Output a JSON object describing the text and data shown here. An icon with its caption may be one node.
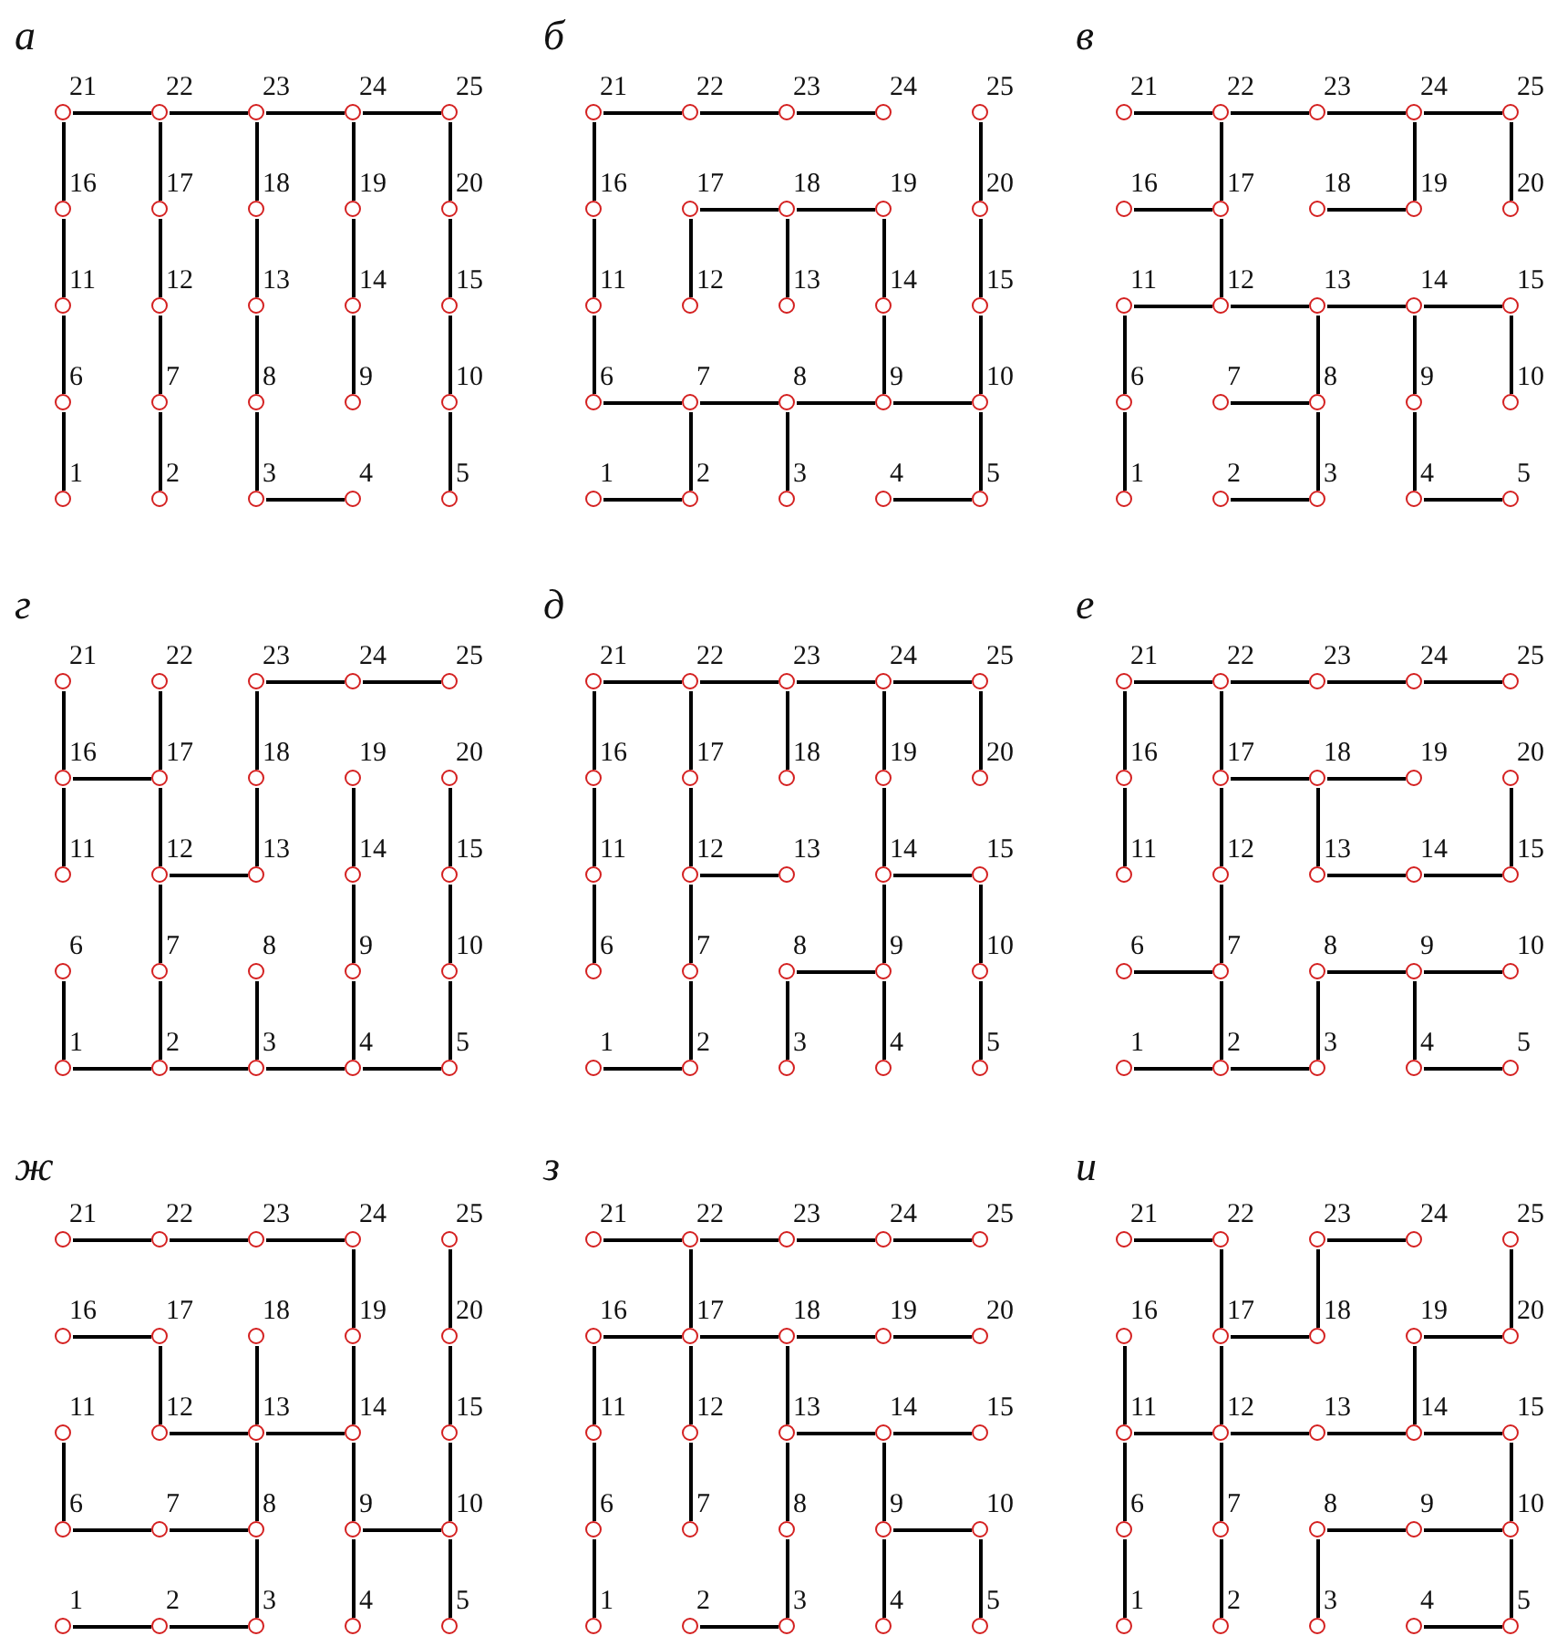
{
  "diagram": {
    "nodes": [
      {
        "text": [
          "21"
        ]
      },
      {
        "text": [
          "22"
        ]
      },
      {
        "text": [
          "23"
        ]
      },
      {
        "text": [
          "24"
        ]
      },
      {
        "text": [
          "25"
        ]
      },
      {
        "text": [
          "16"
        ]
      },
      {
        "text": [
          "17"
        ]
      },
      {
        "text": [
          "18"
        ]
      },
      {
        "text": [
          "19"
        ]
      },
      {
        "text": [
          "20"
        ]
      },
      {
        "text": [
          "11"
        ]
      },
      {
        "text": [
          "12"
        ]
      },
      {
        "text": [
          "13"
        ]
      },
      {
        "text": [
          "14"
        ]
      },
      {
        "text": [
          "15"
        ]
      },
      {
        "text": [
          "6"
        ]
      },
      {
        "text": [
          "7"
        ]
      },
      {
        "text": [
          "8"
        ]
      },
      {
        "text": [
          "9"
        ]
      },
      {
        "text": [
          "10"
        ]
      },
      {
        "text": [
          "1"
        ]
      },
      {
        "text": [
          "2"
        ]
      },
      {
        "text": [
          "3"
        ]
      },
      {
        "text": [
          "4"
        ]
      },
      {
        "text": [
          "5"
        ]
      },
      {
        "text": [
          "21"
        ]
      },
      {
        "text": [
          "22"
        ]
      },
      {
        "text": [
          "23"
        ]
      },
      {
        "text": [
          "24"
        ]
      },
      {
        "text": [
          "25"
        ]
      },
      {
        "text": [
          "16"
        ]
      },
      {
        "text": [
          "17"
        ]
      },
      {
        "text": [
          "18"
        ]
      },
      {
        "text": [
          "19"
        ]
      },
      {
        "text": [
          "20"
        ]
      },
      {
        "text": [
          "11"
        ]
      },
      {
        "text": [
          "12"
        ]
      },
      {
        "text": [
          "13"
        ]
      },
      {
        "text": [
          "14"
        ]
      },
      {
        "text": [
          "15"
        ]
      },
      {
        "text": [
          "6"
        ]
      },
      {
        "text": [
          "7"
        ]
      },
      {
        "text": [
          "8"
        ]
      },
      {
        "text": [
          "9"
        ]
      },
      {
        "text": [
          "10"
        ]
      },
      {
        "text": [
          "1"
        ]
      },
      {
        "text": [
          "2"
        ]
      },
      {
        "text": [
          "3"
        ]
      },
      {
        "text": [
          "4"
        ]
      },
      {
        "text": [
          "5"
        ]
      },
      {
        "text": [
          "21"
        ]
      },
      {
        "text": [
          "22"
        ]
      },
      {
        "text": [
          "23"
        ]
      },
      {
        "text": [
          "24"
        ]
      },
      {
        "text": [
          "25"
        ]
      },
      {
        "text": [
          "16"
        ]
      },
      {
        "text": [
          "17"
        ]
      },
      {
        "text": [
          "18"
        ]
      },
      {
        "text": [
          "19"
        ]
      },
      {
        "text": [
          "20"
        ]
      },
      {
        "text": [
          "11"
        ]
      },
      {
        "text": [
          "12"
        ]
      },
      {
        "text": [
          "13"
        ]
      },
      {
        "text": [
          "14"
        ]
      },
      {
        "text": [
          "15"
        ]
      },
      {
        "text": [
          "6"
        ]
      },
      {
        "text": [
          "7"
        ]
      },
      {
        "text": [
          "8"
        ]
      },
      {
        "text": [
          "9"
        ]
      },
      {
        "text": [
          "10"
        ]
      },
      {
        "text": [
          "1"
        ]
      },
      {
        "text": [
          "2"
        ]
      },
      {
        "text": [
          "3"
        ]
      },
      {
        "text": [
          "4"
        ]
      },
      {
        "text": [
          "5"
        ]
      },
      {
        "text": [
          "21"
        ]
      },
      {
        "text": [
          "22"
        ]
      },
      {
        "text": [
          "23"
        ]
      },
      {
        "text": [
          "24"
        ]
      },
      {
        "text": [
          "25"
        ]
      },
      {
        "text": [
          "16"
        ]
      },
      {
        "text": [
          "17"
        ]
      },
      {
        "text": [
          "18"
        ]
      },
      {
        "text": [
          "19"
        ]
      },
      {
        "text": [
          "20"
        ]
      },
      {
        "text": [
          "11"
        ]
      },
      {
        "text": [
          "12"
        ]
      },
      {
        "text": [
          "13"
        ]
      },
      {
        "text": [
          "14"
        ]
      },
      {
        "text": [
          "15"
        ]
      },
      {
        "text": [
          "6"
        ]
      },
      {
        "text": [
          "7"
        ]
      },
      {
        "text": [
          "8"
        ]
      },
      {
        "text": [
          "9"
        ]
      },
      {
        "text": [
          "10"
        ]
      },
      {
        "text": [
          "1"
        ]
      },
      {
        "text": [
          "2"
        ]
      },
      {
        "text": [
          "3"
        ]
      },
      {
        "text": [
          "4"
        ]
      },
      {
        "text": [
          "5"
        ]
      },
      {
        "text": [
          "21"
        ]
      },
      {
        "text": [
          "22"
        ]
      },
      {
        "text": [
          "23"
        ]
      },
      {
        "text": [
          "24"
        ]
      },
      {
        "text": [
          "25"
        ]
      },
      {
        "text": [
          "16"
        ]
      },
      {
        "text": [
          "17"
        ]
      },
      {
        "text": [
          "18"
        ]
      },
      {
        "text": [
          "19"
        ]
      },
      {
        "text": [
          "20"
        ]
      },
      {
        "text": [
          "11"
        ]
      },
      {
        "text": [
          "12"
        ]
      },
      {
        "text": [
          "13"
        ]
      },
      {
        "text": [
          "14"
        ]
      },
      {
        "text": [
          "15"
        ]
      },
      {
        "text": [
          "6"
        ]
      },
      {
        "text": [
          "7"
        ]
      },
      {
        "text": [
          "8"
        ]
      },
      {
        "text": [
          "9"
        ]
      },
      {
        "text": [
          "10"
        ]
      },
      {
        "text": [
          "1"
        ]
      },
      {
        "text": [
          "2"
        ]
      },
      {
        "text": [
          "3"
        ]
      },
      {
        "text": [
          "4"
        ]
      },
      {
        "text": [
          "5"
        ]
      },
      {
        "text": [
          "21"
        ]
      },
      {
        "text": [
          "22"
        ]
      },
      {
        "text": [
          "23"
        ]
      },
      {
        "text": [
          "24"
        ]
      },
      {
        "text": [
          "25"
        ]
      },
      {
        "text": [
          "16"
        ]
      },
      {
        "text": [
          "17"
        ]
      },
      {
        "text": [
          "18"
        ]
      },
      {
        "text": [
          "19"
        ]
      },
      {
        "text": [
          "20"
        ]
      },
      {
        "text": [
          "11"
        ]
      },
      {
        "text": [
          "12"
        ]
      },
      {
        "text": [
          "13"
        ]
      },
      {
        "text": [
          "14"
        ]
      },
      {
        "text": [
          "15"
        ]
      },
      {
        "text": [
          "6"
        ]
      },
      {
        "text": [
          "7"
        ]
      },
      {
        "text": [
          "8"
        ]
      },
      {
        "text": [
          "9"
        ]
      },
      {
        "text": [
          "10"
        ]
      },
      {
        "text": [
          "1"
        ]
      },
      {
        "text": [
          "2"
        ]
      },
      {
        "text": [
          "3"
        ]
      },
      {
        "text": [
          "4"
        ]
      },
      {
        "text": [
          "5"
        ]
      },
      {
        "text": [
          "21"
        ]
      },
      {
        "text": [
          "22"
        ]
      },
      {
        "text": [
          "23"
        ]
      },
      {
        "text": [
          "24"
        ]
      },
      {
        "text": [
          "25"
        ]
      },
      {
        "text": [
          "16"
        ]
      },
      {
        "text": [
          "17"
        ]
      },
      {
        "text": [
          "18"
        ]
      },
      {
        "text": [
          "19"
        ]
      },
      {
        "text": [
          "20"
        ]
      },
      {
        "text": [
          "11"
        ]
      },
      {
        "text": [
          "12"
        ]
      },
      {
        "text": [
          "13"
        ]
      },
      {
        "text": [
          "14"
        ]
      },
      {
        "text": [
          "15"
        ]
      },
      {
        "text": [
          "6"
        ]
      },
      {
        "text": [
          "7"
        ]
      },
      {
        "text": [
          "8"
        ]
      },
      {
        "text": [
          "9"
        ]
      },
      {
        "text": [
          "10"
        ]
      },
      {
        "text": [
          "1"
        ]
      },
      {
        "text": [
          "2"
        ]
      },
      {
        "text": [
          "3"
        ]
      },
      {
        "text": [
          "4"
        ]
      },
      {
        "text": [
          "5"
        ]
      },
      {
        "text": [
          "21"
        ]
      },
      {
        "text": [
          "22"
        ]
      },
      {
        "text": [
          "23"
        ]
      },
      {
        "text": [
          "24"
        ]
      },
      {
        "text": [
          "25"
        ]
      },
      {
        "text": [
          "16"
        ]
      },
      {
        "text": [
          "17"
        ]
      },
      {
        "text": [
          "18"
        ]
      },
      {
        "text": [
          "19"
        ]
      },
      {
        "text": [
          "20"
        ]
      },
      {
        "text": [
          "11"
        ]
      },
      {
        "text": [
          "12"
        ]
      },
      {
        "text": [
          "13"
        ]
      },
      {
        "text": [
          "14"
        ]
      },
      {
        "text": [
          "15"
        ]
      },
      {
        "text": [
          "6"
        ]
      },
      {
        "text": [
          "7"
        ]
      },
      {
        "text": [
          "8"
        ]
      },
      {
        "text": [
          "9"
        ]
      },
      {
        "text": [
          "10"
        ]
      },
      {
        "text": [
          "1"
        ]
      },
      {
        "text": [
          "2"
        ]
      },
      {
        "text": [
          "3"
        ]
      },
      {
        "text": [
          "4"
        ]
      },
      {
        "text": [
          "5"
        ]
      },
      {
        "text": [
          "21"
        ]
      },
      {
        "text": [
          "22"
        ]
      },
      {
        "text": [
          "23"
        ]
      },
      {
        "text": [
          "24"
        ]
      },
      {
        "text": [
          "25"
        ]
      },
      {
        "text": [
          "16"
        ]
      },
      {
        "text": [
          "17"
        ]
      },
      {
        "text": [
          "18"
        ]
      },
      {
        "text": [
          "19"
        ]
      },
      {
        "text": [
          "20"
        ]
      },
      {
        "text": [
          "11"
        ]
      },
      {
        "text": [
          "12"
        ]
      },
      {
        "text": [
          "13"
        ]
      },
      {
        "text": [
          "14"
        ]
      },
      {
        "text": [
          "15"
        ]
      },
      {
        "text": [
          "6"
        ]
      },
      {
        "text": [
          "7"
        ]
      },
      {
        "text": [
          "8"
        ]
      },
      {
        "text": [
          "9"
        ]
      },
      {
        "text": [
          "10"
        ]
      },
      {
        "text": [
          "1"
        ]
      },
      {
        "text": [
          "2"
        ]
      },
      {
        "text": [
          "3"
        ]
      },
      {
        "text": [
          "4"
        ]
      },
      {
        "text": [
          "5"
        ]
      }
    ],
    "edges": [
      {
        "from": 0,
        "to": 1,
        "arrow": "none"
      },
      {
        "from": 1,
        "to": 2,
        "arrow": "none"
      },
      {
        "from": 2,
        "to": 3,
        "arrow": "none"
      },
      {
        "from": 3,
        "to": 4,
        "arrow": "none"
      },
      {
        "from": 0,
        "to": 5,
        "arrow": "none"
      },
      {
        "from": 5,
        "to": 10,
        "arrow": "none"
      },
      {
        "from": 10,
        "to": 15,
        "arrow": "none"
      },
      {
        "from": 15,
        "to": 20,
        "arrow": "none"
      },
      {
        "from": 1,
        "to": 6,
        "arrow": "none"
      },
      {
        "from": 6,
        "to": 11,
        "arrow": "none"
      },
      {
        "from": 11,
        "to": 16,
        "arrow": "none"
      },
      {
        "from": 16,
        "to": 21,
        "arrow": "none"
      },
      {
        "from": 2,
        "to": 7,
        "arrow": "none"
      },
      {
        "from": 7,
        "to": 12,
        "arrow": "none"
      },
      {
        "from": 12,
        "to": 17,
        "arrow": "none"
      },
      {
        "from": 17,
        "to": 22,
        "arrow": "none"
      },
      {
        "from": 3,
        "to": 8,
        "arrow": "none"
      },
      {
        "from": 8,
        "to": 13,
        "arrow": "none"
      },
      {
        "from": 13,
        "to": 18,
        "arrow": "none"
      },
      {
        "from": 4,
        "to": 9,
        "arrow": "none"
      },
      {
        "from": 9,
        "to": 14,
        "arrow": "none"
      },
      {
        "from": 14,
        "to": 19,
        "arrow": "none"
      },
      {
        "from": 19,
        "to": 24,
        "arrow": "none"
      },
      {
        "from": 22,
        "to": 23,
        "arrow": "none"
      },
      {
        "from": 25,
        "to": 26,
        "arrow": "none"
      },
      {
        "from": 26,
        "to": 27,
        "arrow": "none"
      },
      {
        "from": 27,
        "to": 28,
        "arrow": "none"
      },
      {
        "from": 25,
        "to": 30,
        "arrow": "none"
      },
      {
        "from": 30,
        "to": 35,
        "arrow": "none"
      },
      {
        "from": 35,
        "to": 40,
        "arrow": "none"
      },
      {
        "from": 40,
        "to": 41,
        "arrow": "none"
      },
      {
        "from": 41,
        "to": 42,
        "arrow": "none"
      },
      {
        "from": 42,
        "to": 43,
        "arrow": "none"
      },
      {
        "from": 43,
        "to": 44,
        "arrow": "none"
      },
      {
        "from": 31,
        "to": 32,
        "arrow": "none"
      },
      {
        "from": 32,
        "to": 33,
        "arrow": "none"
      },
      {
        "from": 31,
        "to": 36,
        "arrow": "none"
      },
      {
        "from": 32,
        "to": 37,
        "arrow": "none"
      },
      {
        "from": 33,
        "to": 38,
        "arrow": "none"
      },
      {
        "from": 38,
        "to": 43,
        "arrow": "none"
      },
      {
        "from": 29,
        "to": 34,
        "arrow": "none"
      },
      {
        "from": 34,
        "to": 39,
        "arrow": "none"
      },
      {
        "from": 39,
        "to": 44,
        "arrow": "none"
      },
      {
        "from": 44,
        "to": 49,
        "arrow": "none"
      },
      {
        "from": 41,
        "to": 46,
        "arrow": "none"
      },
      {
        "from": 45,
        "to": 46,
        "arrow": "none"
      },
      {
        "from": 42,
        "to": 47,
        "arrow": "none"
      },
      {
        "from": 48,
        "to": 49,
        "arrow": "none"
      },
      {
        "from": 50,
        "to": 51,
        "arrow": "none"
      },
      {
        "from": 51,
        "to": 52,
        "arrow": "none"
      },
      {
        "from": 52,
        "to": 53,
        "arrow": "none"
      },
      {
        "from": 53,
        "to": 54,
        "arrow": "none"
      },
      {
        "from": 51,
        "to": 56,
        "arrow": "none"
      },
      {
        "from": 53,
        "to": 58,
        "arrow": "none"
      },
      {
        "from": 54,
        "to": 59,
        "arrow": "none"
      },
      {
        "from": 55,
        "to": 56,
        "arrow": "none"
      },
      {
        "from": 57,
        "to": 58,
        "arrow": "none"
      },
      {
        "from": 56,
        "to": 61,
        "arrow": "none"
      },
      {
        "from": 60,
        "to": 61,
        "arrow": "none"
      },
      {
        "from": 61,
        "to": 62,
        "arrow": "none"
      },
      {
        "from": 62,
        "to": 63,
        "arrow": "none"
      },
      {
        "from": 63,
        "to": 64,
        "arrow": "none"
      },
      {
        "from": 60,
        "to": 65,
        "arrow": "none"
      },
      {
        "from": 65,
        "to": 70,
        "arrow": "none"
      },
      {
        "from": 62,
        "to": 67,
        "arrow": "none"
      },
      {
        "from": 67,
        "to": 72,
        "arrow": "none"
      },
      {
        "from": 66,
        "to": 67,
        "arrow": "none"
      },
      {
        "from": 71,
        "to": 72,
        "arrow": "none"
      },
      {
        "from": 63,
        "to": 68,
        "arrow": "none"
      },
      {
        "from": 68,
        "to": 73,
        "arrow": "none"
      },
      {
        "from": 73,
        "to": 74,
        "arrow": "none"
      },
      {
        "from": 64,
        "to": 69,
        "arrow": "none"
      },
      {
        "from": 77,
        "to": 78,
        "arrow": "none"
      },
      {
        "from": 78,
        "to": 79,
        "arrow": "none"
      },
      {
        "from": 77,
        "to": 82,
        "arrow": "none"
      },
      {
        "from": 82,
        "to": 87,
        "arrow": "none"
      },
      {
        "from": 75,
        "to": 80,
        "arrow": "none"
      },
      {
        "from": 80,
        "to": 85,
        "arrow": "none"
      },
      {
        "from": 80,
        "to": 81,
        "arrow": "none"
      },
      {
        "from": 76,
        "to": 81,
        "arrow": "none"
      },
      {
        "from": 81,
        "to": 86,
        "arrow": "none"
      },
      {
        "from": 86,
        "to": 91,
        "arrow": "none"
      },
      {
        "from": 91,
        "to": 96,
        "arrow": "none"
      },
      {
        "from": 86,
        "to": 87,
        "arrow": "none"
      },
      {
        "from": 95,
        "to": 96,
        "arrow": "none"
      },
      {
        "from": 96,
        "to": 97,
        "arrow": "none"
      },
      {
        "from": 97,
        "to": 98,
        "arrow": "none"
      },
      {
        "from": 98,
        "to": 99,
        "arrow": "none"
      },
      {
        "from": 90,
        "to": 95,
        "arrow": "none"
      },
      {
        "from": 83,
        "to": 88,
        "arrow": "none"
      },
      {
        "from": 88,
        "to": 93,
        "arrow": "none"
      },
      {
        "from": 93,
        "to": 98,
        "arrow": "none"
      },
      {
        "from": 84,
        "to": 89,
        "arrow": "none"
      },
      {
        "from": 89,
        "to": 94,
        "arrow": "none"
      },
      {
        "from": 94,
        "to": 99,
        "arrow": "none"
      },
      {
        "from": 92,
        "to": 97,
        "arrow": "none"
      },
      {
        "from": 100,
        "to": 101,
        "arrow": "none"
      },
      {
        "from": 101,
        "to": 102,
        "arrow": "none"
      },
      {
        "from": 102,
        "to": 103,
        "arrow": "none"
      },
      {
        "from": 103,
        "to": 104,
        "arrow": "none"
      },
      {
        "from": 100,
        "to": 105,
        "arrow": "none"
      },
      {
        "from": 105,
        "to": 110,
        "arrow": "none"
      },
      {
        "from": 110,
        "to": 115,
        "arrow": "none"
      },
      {
        "from": 101,
        "to": 106,
        "arrow": "none"
      },
      {
        "from": 106,
        "to": 111,
        "arrow": "none"
      },
      {
        "from": 111,
        "to": 116,
        "arrow": "none"
      },
      {
        "from": 116,
        "to": 121,
        "arrow": "none"
      },
      {
        "from": 111,
        "to": 112,
        "arrow": "none"
      },
      {
        "from": 102,
        "to": 107,
        "arrow": "none"
      },
      {
        "from": 103,
        "to": 108,
        "arrow": "none"
      },
      {
        "from": 108,
        "to": 113,
        "arrow": "none"
      },
      {
        "from": 113,
        "to": 118,
        "arrow": "none"
      },
      {
        "from": 118,
        "to": 123,
        "arrow": "none"
      },
      {
        "from": 113,
        "to": 114,
        "arrow": "none"
      },
      {
        "from": 114,
        "to": 119,
        "arrow": "none"
      },
      {
        "from": 119,
        "to": 124,
        "arrow": "none"
      },
      {
        "from": 104,
        "to": 109,
        "arrow": "none"
      },
      {
        "from": 117,
        "to": 118,
        "arrow": "none"
      },
      {
        "from": 117,
        "to": 122,
        "arrow": "none"
      },
      {
        "from": 120,
        "to": 121,
        "arrow": "none"
      },
      {
        "from": 125,
        "to": 126,
        "arrow": "none"
      },
      {
        "from": 126,
        "to": 127,
        "arrow": "none"
      },
      {
        "from": 127,
        "to": 128,
        "arrow": "none"
      },
      {
        "from": 128,
        "to": 129,
        "arrow": "none"
      },
      {
        "from": 125,
        "to": 130,
        "arrow": "none"
      },
      {
        "from": 130,
        "to": 135,
        "arrow": "none"
      },
      {
        "from": 126,
        "to": 131,
        "arrow": "none"
      },
      {
        "from": 131,
        "to": 136,
        "arrow": "none"
      },
      {
        "from": 136,
        "to": 141,
        "arrow": "none"
      },
      {
        "from": 141,
        "to": 146,
        "arrow": "none"
      },
      {
        "from": 131,
        "to": 132,
        "arrow": "none"
      },
      {
        "from": 132,
        "to": 133,
        "arrow": "none"
      },
      {
        "from": 132,
        "to": 137,
        "arrow": "none"
      },
      {
        "from": 137,
        "to": 138,
        "arrow": "none"
      },
      {
        "from": 138,
        "to": 139,
        "arrow": "none"
      },
      {
        "from": 134,
        "to": 139,
        "arrow": "none"
      },
      {
        "from": 140,
        "to": 141,
        "arrow": "none"
      },
      {
        "from": 145,
        "to": 146,
        "arrow": "none"
      },
      {
        "from": 146,
        "to": 147,
        "arrow": "none"
      },
      {
        "from": 142,
        "to": 147,
        "arrow": "none"
      },
      {
        "from": 142,
        "to": 143,
        "arrow": "none"
      },
      {
        "from": 143,
        "to": 144,
        "arrow": "none"
      },
      {
        "from": 143,
        "to": 148,
        "arrow": "none"
      },
      {
        "from": 148,
        "to": 149,
        "arrow": "none"
      },
      {
        "from": 150,
        "to": 151,
        "arrow": "none"
      },
      {
        "from": 151,
        "to": 152,
        "arrow": "none"
      },
      {
        "from": 152,
        "to": 153,
        "arrow": "none"
      },
      {
        "from": 153,
        "to": 158,
        "arrow": "none"
      },
      {
        "from": 158,
        "to": 163,
        "arrow": "none"
      },
      {
        "from": 163,
        "to": 168,
        "arrow": "none"
      },
      {
        "from": 168,
        "to": 173,
        "arrow": "none"
      },
      {
        "from": 155,
        "to": 156,
        "arrow": "none"
      },
      {
        "from": 156,
        "to": 161,
        "arrow": "none"
      },
      {
        "from": 161,
        "to": 162,
        "arrow": "none"
      },
      {
        "from": 162,
        "to": 163,
        "arrow": "none"
      },
      {
        "from": 157,
        "to": 162,
        "arrow": "none"
      },
      {
        "from": 160,
        "to": 165,
        "arrow": "none"
      },
      {
        "from": 165,
        "to": 166,
        "arrow": "none"
      },
      {
        "from": 166,
        "to": 167,
        "arrow": "none"
      },
      {
        "from": 162,
        "to": 167,
        "arrow": "none"
      },
      {
        "from": 167,
        "to": 172,
        "arrow": "none"
      },
      {
        "from": 170,
        "to": 171,
        "arrow": "none"
      },
      {
        "from": 171,
        "to": 172,
        "arrow": "none"
      },
      {
        "from": 154,
        "to": 159,
        "arrow": "none"
      },
      {
        "from": 159,
        "to": 164,
        "arrow": "none"
      },
      {
        "from": 164,
        "to": 169,
        "arrow": "none"
      },
      {
        "from": 169,
        "to": 174,
        "arrow": "none"
      },
      {
        "from": 168,
        "to": 169,
        "arrow": "none"
      },
      {
        "from": 175,
        "to": 176,
        "arrow": "none"
      },
      {
        "from": 176,
        "to": 177,
        "arrow": "none"
      },
      {
        "from": 177,
        "to": 178,
        "arrow": "none"
      },
      {
        "from": 178,
        "to": 179,
        "arrow": "none"
      },
      {
        "from": 176,
        "to": 181,
        "arrow": "none"
      },
      {
        "from": 180,
        "to": 181,
        "arrow": "none"
      },
      {
        "from": 181,
        "to": 182,
        "arrow": "none"
      },
      {
        "from": 182,
        "to": 183,
        "arrow": "none"
      },
      {
        "from": 183,
        "to": 184,
        "arrow": "none"
      },
      {
        "from": 180,
        "to": 185,
        "arrow": "none"
      },
      {
        "from": 185,
        "to": 190,
        "arrow": "none"
      },
      {
        "from": 190,
        "to": 195,
        "arrow": "none"
      },
      {
        "from": 181,
        "to": 186,
        "arrow": "none"
      },
      {
        "from": 186,
        "to": 191,
        "arrow": "none"
      },
      {
        "from": 182,
        "to": 187,
        "arrow": "none"
      },
      {
        "from": 187,
        "to": 192,
        "arrow": "none"
      },
      {
        "from": 192,
        "to": 197,
        "arrow": "none"
      },
      {
        "from": 196,
        "to": 197,
        "arrow": "none"
      },
      {
        "from": 187,
        "to": 188,
        "arrow": "none"
      },
      {
        "from": 188,
        "to": 189,
        "arrow": "none"
      },
      {
        "from": 188,
        "to": 193,
        "arrow": "none"
      },
      {
        "from": 193,
        "to": 198,
        "arrow": "none"
      },
      {
        "from": 193,
        "to": 194,
        "arrow": "none"
      },
      {
        "from": 194,
        "to": 199,
        "arrow": "none"
      },
      {
        "from": 200,
        "to": 201,
        "arrow": "none"
      },
      {
        "from": 201,
        "to": 206,
        "arrow": "none"
      },
      {
        "from": 206,
        "to": 211,
        "arrow": "none"
      },
      {
        "from": 211,
        "to": 216,
        "arrow": "none"
      },
      {
        "from": 216,
        "to": 221,
        "arrow": "none"
      },
      {
        "from": 202,
        "to": 203,
        "arrow": "none"
      },
      {
        "from": 202,
        "to": 207,
        "arrow": "none"
      },
      {
        "from": 206,
        "to": 207,
        "arrow": "none"
      },
      {
        "from": 208,
        "to": 209,
        "arrow": "none"
      },
      {
        "from": 204,
        "to": 209,
        "arrow": "none"
      },
      {
        "from": 208,
        "to": 213,
        "arrow": "none"
      },
      {
        "from": 205,
        "to": 210,
        "arrow": "none"
      },
      {
        "from": 210,
        "to": 215,
        "arrow": "none"
      },
      {
        "from": 215,
        "to": 220,
        "arrow": "none"
      },
      {
        "from": 210,
        "to": 211,
        "arrow": "none"
      },
      {
        "from": 211,
        "to": 212,
        "arrow": "none"
      },
      {
        "from": 212,
        "to": 213,
        "arrow": "none"
      },
      {
        "from": 213,
        "to": 214,
        "arrow": "none"
      },
      {
        "from": 214,
        "to": 219,
        "arrow": "none"
      },
      {
        "from": 219,
        "to": 224,
        "arrow": "none"
      },
      {
        "from": 217,
        "to": 218,
        "arrow": "none"
      },
      {
        "from": 218,
        "to": 219,
        "arrow": "none"
      },
      {
        "from": 217,
        "to": 222,
        "arrow": "none"
      },
      {
        "from": 223,
        "to": 224,
        "arrow": "none"
      }
    ],
    "labels": [
      "а",
      "б",
      "в",
      "г",
      "д",
      "е",
      "ж",
      "з",
      "и"
    ]
  }
}
